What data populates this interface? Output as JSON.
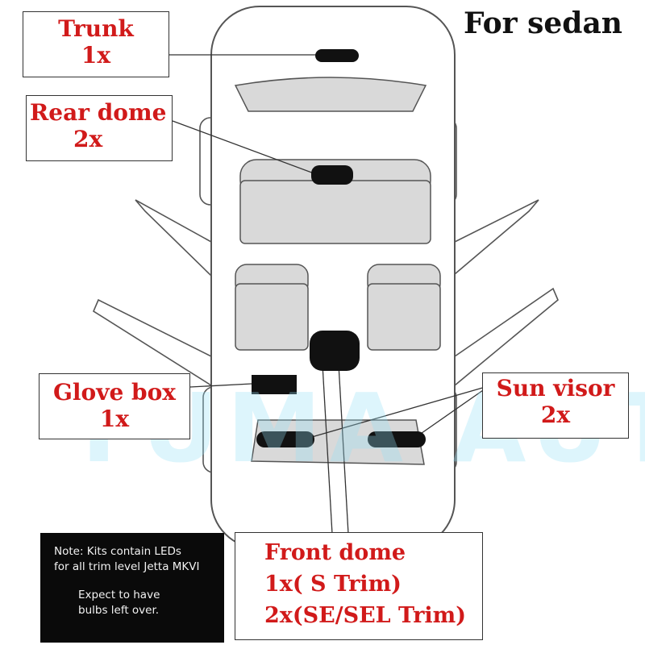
{
  "heading": "For sedan",
  "callouts": {
    "trunk": {
      "title": "Trunk",
      "count": "1x"
    },
    "rear_dome": {
      "title": "Rear dome",
      "count": "2x"
    },
    "glove_box": {
      "title": "Glove box",
      "count": "1x"
    },
    "sun_visor": {
      "title": "Sun visor",
      "count": "2x"
    },
    "front_dome": {
      "title": "Front dome",
      "line1": "1x( S Trim)",
      "line2": "2x(SE/SEL Trim)"
    }
  },
  "note": {
    "line1": "Note: Kits contain LEDs",
    "line2": "for all trim level Jetta MKVI",
    "line3": "Expect to have",
    "line4": "bulbs left over."
  },
  "watermark": "YUMA AUTO",
  "colors": {
    "label_red": "#d11a1a",
    "bulb": "#111111",
    "panel_gray": "#d9d9d9",
    "outline": "#555555",
    "watermark_cyan": "#96e1f5"
  }
}
